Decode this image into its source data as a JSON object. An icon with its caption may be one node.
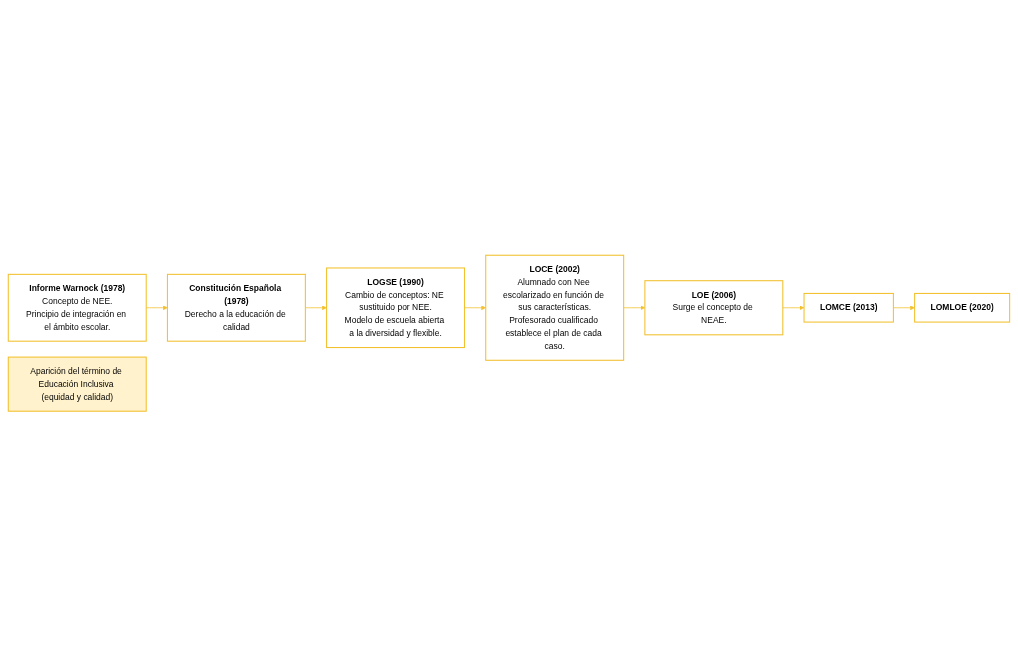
{
  "diagram": {
    "nodes": [
      {
        "text": [
          "Informe Warnock (1978)",
          "Concepto de NEE.",
          "Principio de integración en el ámbito escolar."
        ]
      },
      {
        "text": [
          "Constitución Española (1978)",
          "Derecho a la educación de calidad"
        ]
      },
      {
        "text": [
          "LOGSE (1990)",
          "Cambio de conceptos: NE sustituido por NEE.",
          "Modelo de escuela abierta a la diversidad y flexible."
        ]
      },
      {
        "text": [
          "LOCE (2002)",
          "Alumnado con Nee escolarizado en función de sus características.",
          "Profesorado cualificado establece el plan de cada caso."
        ]
      },
      {
        "text": [
          "LOE (2006)",
          "Surge el concepto de NEAE."
        ]
      },
      {
        "text": [
          "LOMCE (2013)"
        ]
      },
      {
        "text": [
          "LOMLOE (2020)"
        ]
      },
      {
        "text": [
          "Aparición del término de Educación Inclusiva (equidad y calidad)"
        ]
      }
    ],
    "edges": [
      {
        "from": 0,
        "to": 1,
        "arrow": "to"
      },
      {
        "from": 1,
        "to": 2,
        "arrow": "to"
      },
      {
        "from": 2,
        "to": 3,
        "arrow": "to"
      },
      {
        "from": 3,
        "to": 4,
        "arrow": "to"
      },
      {
        "from": 4,
        "to": 5,
        "arrow": "to"
      },
      {
        "from": 5,
        "to": 6,
        "arrow": "to"
      }
    ]
  }
}
